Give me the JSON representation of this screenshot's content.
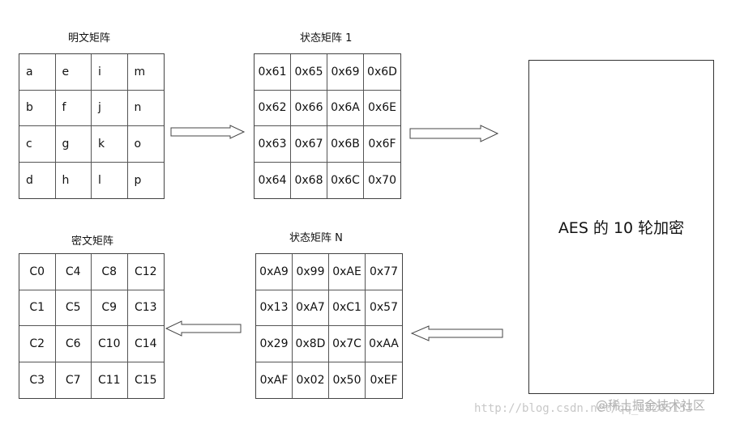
{
  "plaintext": {
    "title": "明文矩阵",
    "rows": [
      [
        "a",
        "e",
        "i",
        "m"
      ],
      [
        "b",
        "f",
        "j",
        "n"
      ],
      [
        "c",
        "g",
        "k",
        "o"
      ],
      [
        "d",
        "h",
        "l",
        "p"
      ]
    ]
  },
  "state1": {
    "title": "状态矩阵 1",
    "rows": [
      [
        "0x61",
        "0x65",
        "0x69",
        "0x6D"
      ],
      [
        "0x62",
        "0x66",
        "0x6A",
        "0x6E"
      ],
      [
        "0x63",
        "0x67",
        "0x6B",
        "0x6F"
      ],
      [
        "0x64",
        "0x68",
        "0x6C",
        "0x70"
      ]
    ]
  },
  "stateN": {
    "title": "状态矩阵 N",
    "rows": [
      [
        "0xA9",
        "0x99",
        "0xAE",
        "0x77"
      ],
      [
        "0x13",
        "0xA7",
        "0xC1",
        "0x57"
      ],
      [
        "0x29",
        "0x8D",
        "0x7C",
        "0xAA"
      ],
      [
        "0xAF",
        "0x02",
        "0x50",
        "0xEF"
      ]
    ]
  },
  "ciphertext": {
    "title": "密文矩阵",
    "rows": [
      [
        "C0",
        "C4",
        "C8",
        "C12"
      ],
      [
        "C1",
        "C5",
        "C9",
        "C13"
      ],
      [
        "C2",
        "C6",
        "C10",
        "C14"
      ],
      [
        "C3",
        "C7",
        "C11",
        "C15"
      ]
    ]
  },
  "aes": {
    "label": "AES 的 10 轮加密"
  },
  "watermark": {
    "url": "http://blog.csdn.net/qq_28205153",
    "site": "@稀土掘金技术社区"
  },
  "colors": {
    "line": "#444444",
    "arrow_fill": "#ffffff",
    "watermark": "#c8c8c8"
  }
}
